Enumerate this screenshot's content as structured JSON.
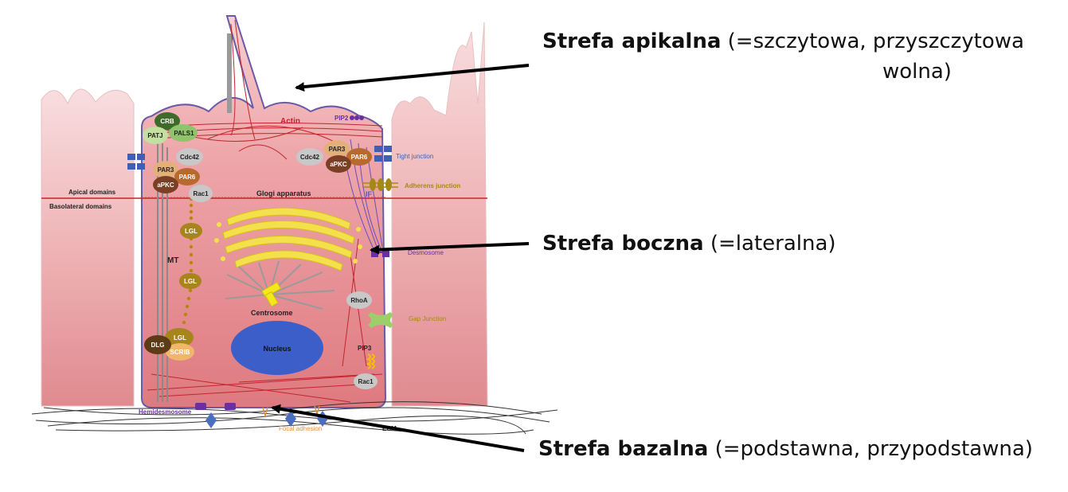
{
  "callouts": {
    "apical_bold": "Strefa apikalna",
    "apical_rest": " (=szczytowa, przyszczytowa",
    "apical_line2": "wolna)",
    "lateral_bold": "Strefa boczna",
    "lateral_rest": " (=lateralna)",
    "basal_bold": "Strefa bazalna",
    "basal_rest": " (=podstawna, przypodstawna)"
  },
  "labels": {
    "actin": "Actin",
    "pip2": "PIP2",
    "tight_junction": "Tight junction",
    "adherens_junction": "Adherens junction",
    "apical_domains": "Apical domains",
    "basolateral_domains": "Basolateral domains",
    "glogi": "Glogi apparatus",
    "if": "IF",
    "mt": "MT",
    "desmosome": "Desmosome",
    "centrosome": "Centrosome",
    "nucleus": "Nucleus",
    "gap_junction": "Gap Junction",
    "pip3": "PIP3",
    "hemidesmosome": "Hemidesmosome",
    "focal_adhesion": "Focal adhesion",
    "ecm": "ECM"
  },
  "proteins": {
    "crb": "CRB",
    "patj": "PATJ",
    "pals1": "PALS1",
    "cdc42_left": "Cdc42",
    "par3_left": "PAR3",
    "par6_left": "PAR6",
    "apkc_left": "aPKC",
    "rac1_top": "Rac1",
    "lgl_1": "LGL",
    "lgl_2": "LGL",
    "lgl_3": "LGL",
    "dlg": "DLG",
    "scrib": "SCRIB",
    "cdc42_right": "Cdc42",
    "par3_right": "PAR3",
    "par6_right": "PAR6",
    "apkc_right": "aPKC",
    "rhoa": "RhoA",
    "rac1_bottom": "Rac1"
  },
  "colors": {
    "cell_fill": "#e88f93",
    "cell_outline": "#6a5aa8",
    "actin": "#c0262d",
    "golgi": "#f3e04a",
    "nucleus": "#3b5ec9",
    "tight_junction": "#3e5fb5",
    "adherens": "#a38a17",
    "desmosome": "#6a2fa0",
    "gap_junction": "#9ccf6a"
  }
}
